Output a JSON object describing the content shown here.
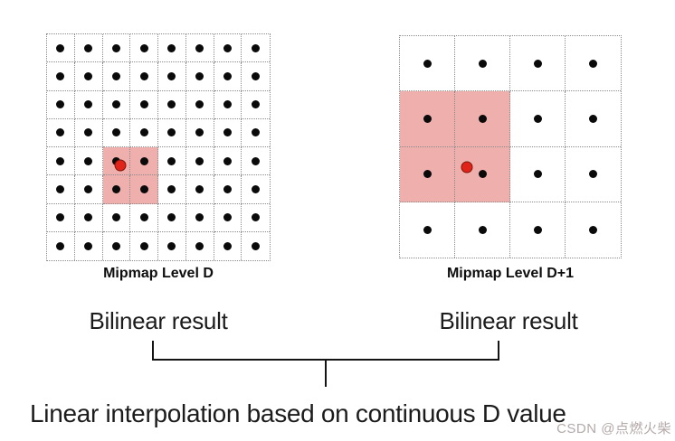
{
  "left_grid": {
    "label": "Mipmap Level D",
    "caption": "Bilinear result",
    "rows": 8,
    "cols": 8,
    "highlighted_cells": [
      [
        4,
        2
      ],
      [
        4,
        3
      ],
      [
        5,
        2
      ],
      [
        5,
        3
      ]
    ],
    "sample_point": {
      "fx": 0.331,
      "fy": 0.579
    }
  },
  "right_grid": {
    "label": "Mipmap Level D+1",
    "caption": "Bilinear result",
    "rows": 4,
    "cols": 4,
    "highlighted_cells": [
      [
        1,
        0
      ],
      [
        1,
        1
      ],
      [
        2,
        0
      ],
      [
        2,
        1
      ]
    ],
    "sample_point": {
      "fx": 0.305,
      "fy": 0.591
    }
  },
  "bottom_text": "Linear interpolation based on continuous D value",
  "watermark": "CSDN @点燃火柴",
  "colors": {
    "highlight_fill": "#eeafad",
    "texel_dot": "#0a0a0a",
    "sample_dot_fill": "#e02419",
    "sample_dot_border": "#7e150b",
    "grid_line": "#8a8a8a",
    "connector_line": "#141414",
    "watermark_color": "#b5a9a9"
  }
}
